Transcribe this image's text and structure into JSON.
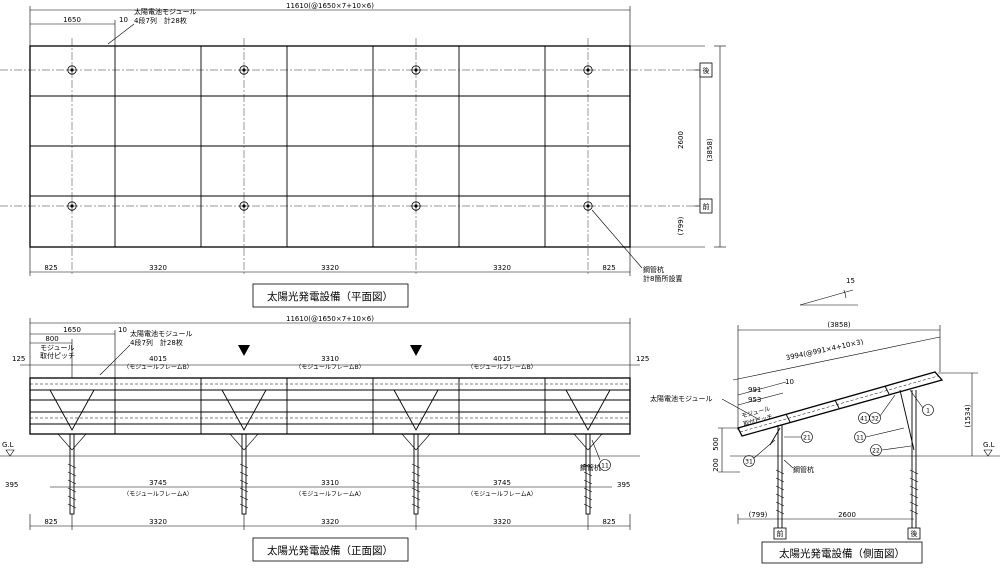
{
  "plan": {
    "title": "太陽光発電設備（平面図）",
    "overall_dim": "11610(@1650×7+10×6)",
    "module_w": "1650",
    "gap": "10",
    "module_note": [
      "太陽電池モジュール",
      "4段7列　計28枚"
    ],
    "bottom_dims": [
      "825",
      "3320",
      "3320",
      "3320",
      "825"
    ],
    "right_dim_inner": "2600",
    "right_dim_outer": "(3858)",
    "right_dim_lower": "(799)",
    "rear_label": "後",
    "front_label": "前",
    "pile_note": [
      "鋼管杭",
      "計8箇所設置"
    ]
  },
  "front": {
    "title": "太陽光発電設備（正面図）",
    "overall_dim": "11610(@1650×7+10×6)",
    "module_w": "1650",
    "gap": "10",
    "pitch": "800",
    "pitch_label": [
      "モジュール",
      "取付ピッチ"
    ],
    "module_note": [
      "太陽電池モジュール",
      "4段7列　計28枚"
    ],
    "edge": "125",
    "frame_b_dims": [
      "4015",
      "3310",
      "4015"
    ],
    "frame_b_label": "（モジュールフレームB）",
    "frame_a_dims": [
      "3745",
      "3310",
      "3745"
    ],
    "frame_a_label": "（モジュールフレームA）",
    "side": "395",
    "bottom_dims": [
      "825",
      "3320",
      "3320",
      "3320",
      "825"
    ],
    "gl": "G.L",
    "pile_label": "鋼管杭",
    "callout_11": "11"
  },
  "side": {
    "title": "太陽光発電設備（側面図）",
    "angle": "15",
    "top_dim": "(3858)",
    "slope_dim": "3994(@991×4+10×3)",
    "d991": "991",
    "d953": "953",
    "d10": "10",
    "module_label": "太陽電池モジュール",
    "pitch_label": [
      "モジュール",
      "取付ピッチ"
    ],
    "height": "(1534)",
    "h500": "500",
    "h200": "200",
    "gl": "G.L",
    "pile_label": "鋼管杭",
    "bottom_left": "(799)",
    "bottom_mid": "2600",
    "front_label": "前",
    "rear_label": "後",
    "callouts": [
      "1",
      "41",
      "32",
      "21",
      "11",
      "22",
      "31"
    ]
  }
}
